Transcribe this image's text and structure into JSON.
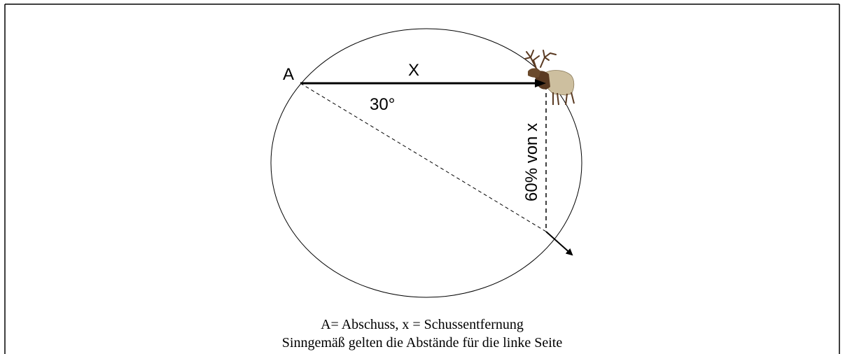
{
  "diagram": {
    "point_label": "A",
    "distance_label": "X",
    "angle_label": "30°",
    "offset_label": "60% von x",
    "caption": {
      "line1": "A= Abschuss, x = Schussentfernung",
      "line2": "Sinngemäß gelten die Abstände für die linke Seite"
    },
    "icons": {
      "target": "elk-icon"
    },
    "colors": {
      "line": "#000000",
      "elk_body": "#cdbf9f",
      "elk_dark": "#5a3a22",
      "background": "#ffffff"
    }
  }
}
